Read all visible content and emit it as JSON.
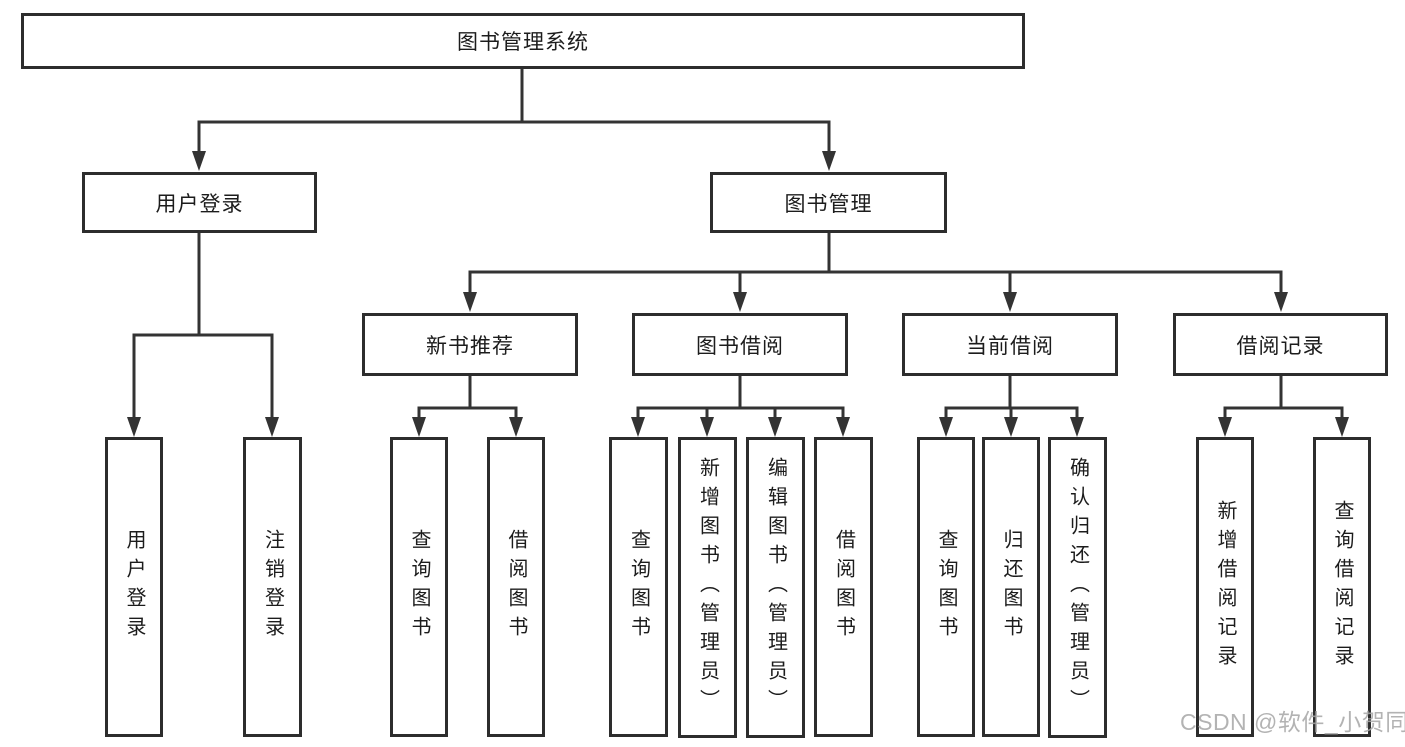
{
  "tree": {
    "root": {
      "label": "图书管理系统"
    },
    "branches": [
      {
        "label": "用户登录",
        "children": [
          {
            "label": "用户登录"
          },
          {
            "label": "注销登录"
          }
        ]
      },
      {
        "label": "图书管理",
        "groups": [
          {
            "label": "新书推荐",
            "children": [
              {
                "label": "查询图书"
              },
              {
                "label": "借阅图书"
              }
            ]
          },
          {
            "label": "图书借阅",
            "children": [
              {
                "label": "查询图书"
              },
              {
                "label": "新增图书（管理员）"
              },
              {
                "label": "编辑图书（管理员）"
              },
              {
                "label": "借阅图书"
              }
            ]
          },
          {
            "label": "当前借阅",
            "children": [
              {
                "label": "查询图书"
              },
              {
                "label": "归还图书"
              },
              {
                "label": "确认归还（管理员）"
              }
            ]
          },
          {
            "label": "借阅记录",
            "children": [
              {
                "label": "新增借阅记录"
              },
              {
                "label": "查询借阅记录"
              }
            ]
          }
        ]
      }
    ]
  },
  "watermark": {
    "text": "CSDN @软件_小贺同学"
  },
  "colors": {
    "line": "#333333",
    "box_border": "#2d2d2d",
    "text": "#1c1c1c",
    "watermark": "#a6a6a6",
    "background": "#ffffff"
  }
}
